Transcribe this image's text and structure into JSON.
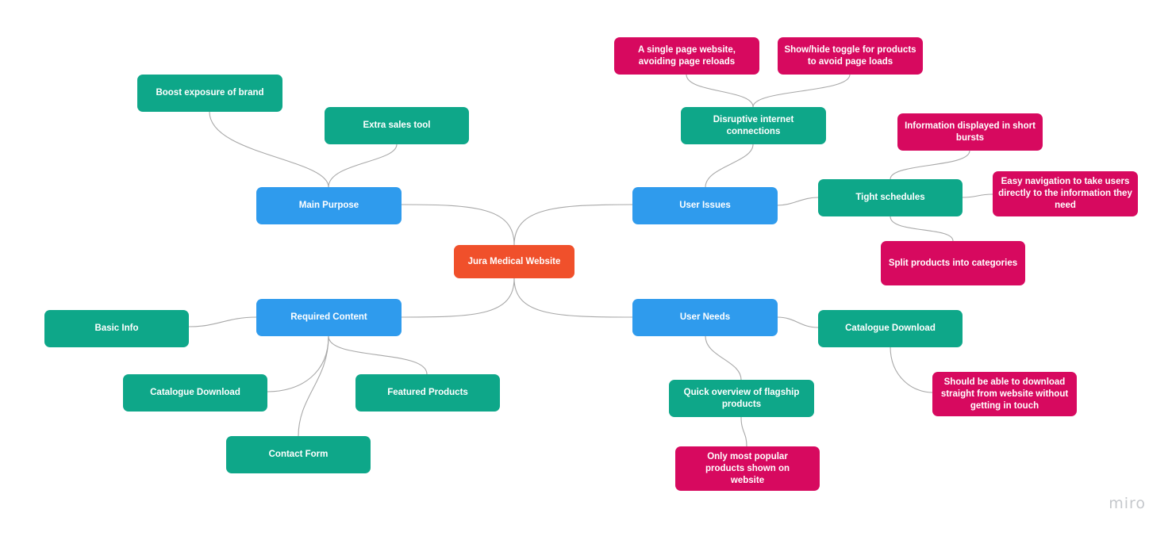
{
  "board": {
    "root": "Jura Medical Website",
    "main_purpose": {
      "label": "Main Purpose",
      "children": [
        "Boost exposure of brand",
        "Extra sales tool"
      ]
    },
    "user_issues": {
      "label": "User Issues",
      "disruptive": {
        "label": "Disruptive internet connections",
        "children": [
          "A single page website, avoiding page reloads",
          "Show/hide toggle for products to avoid page loads"
        ]
      },
      "tight": {
        "label": "Tight schedules",
        "children": [
          "Information displayed in short bursts",
          "Easy navigation to take users directly to the information they need",
          "Split products into categories"
        ]
      }
    },
    "required_content": {
      "label": "Required Content",
      "children": [
        "Basic Info",
        "Catalogue Download",
        "Contact Form",
        "Featured Products"
      ]
    },
    "user_needs": {
      "label": "User Needs",
      "overview": {
        "label": "Quick overview of flagship products",
        "children": [
          "Only most popular products shown on website"
        ]
      },
      "catalogue": {
        "label": "Catalogue Download",
        "children": [
          "Should be able to download straight from website without getting in touch"
        ]
      }
    },
    "watermark": "miro"
  },
  "colors": {
    "root": "#f0502b",
    "topic": "#2f9bed",
    "subtopic": "#0ea789",
    "detail": "#d7095f",
    "connector": "#a8a8a8"
  }
}
